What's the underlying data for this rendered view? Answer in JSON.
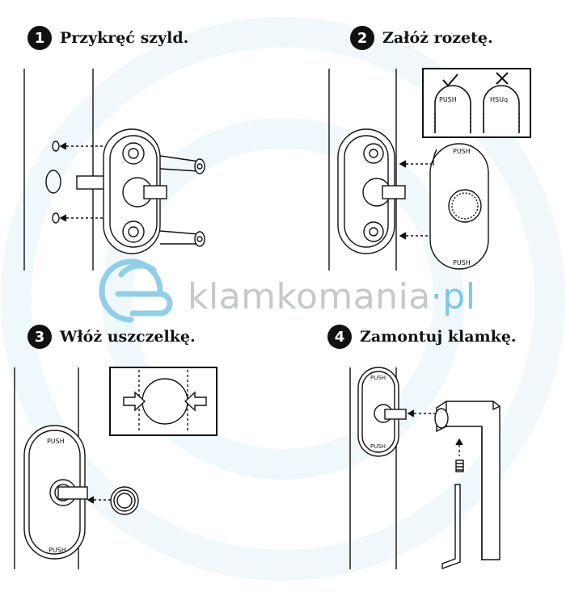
{
  "steps": [
    {
      "number": "1",
      "title": "Przykręć szyld."
    },
    {
      "number": "2",
      "title": "Załóż rozetę."
    },
    {
      "number": "3",
      "title": "Włóż uszczelkę."
    },
    {
      "number": "4",
      "title": "Zamontuj klamkę."
    }
  ],
  "watermark": {
    "name": "klamkomania",
    "dot": "·",
    "tld": "pl"
  },
  "labels": {
    "push": "PUSH",
    "push_mirrored": "HSUq"
  },
  "icons": {
    "correct": "check-mark-icon",
    "incorrect": "x-mark-icon"
  },
  "colors": {
    "ink": "#111111",
    "watermark_gray": "#c4c9cc",
    "watermark_blue": "#7dc6e6"
  }
}
